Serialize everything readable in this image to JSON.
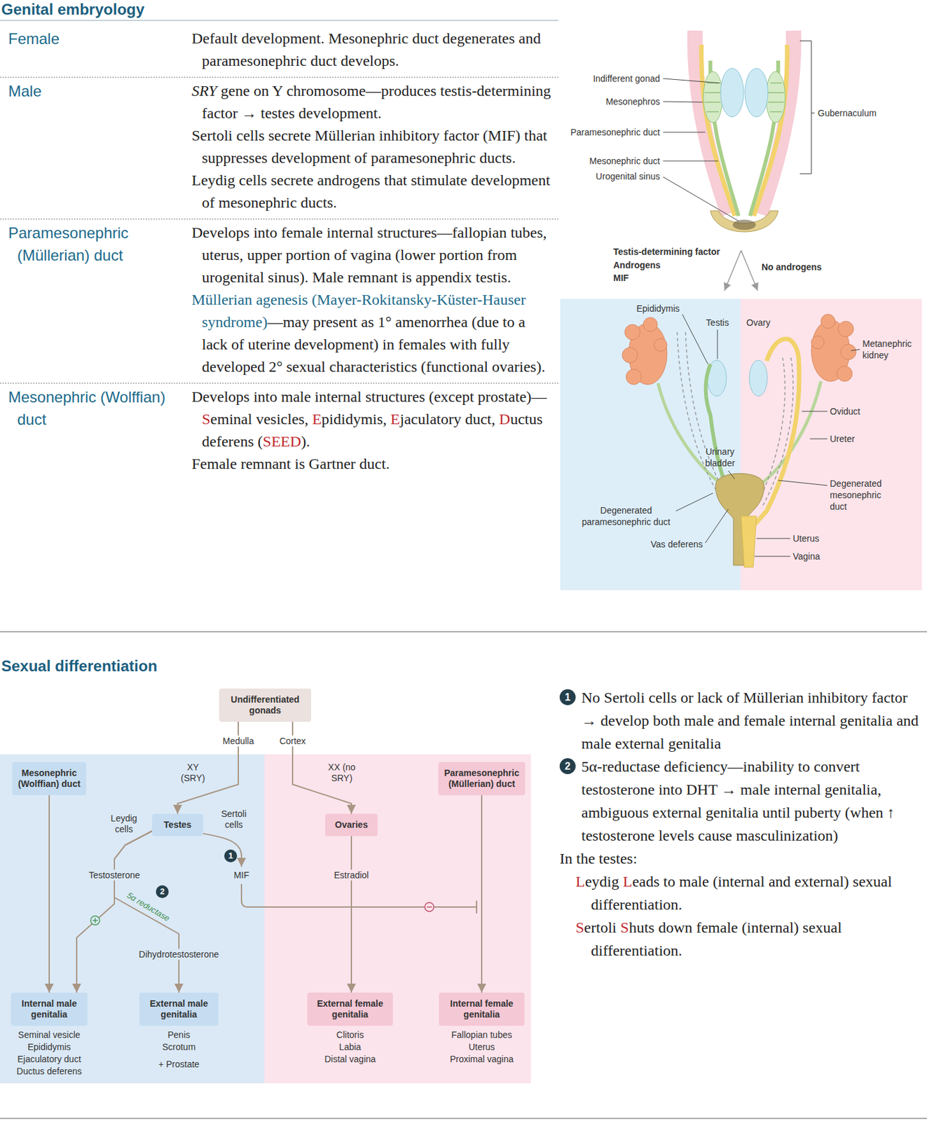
{
  "diagram": {
    "title": "Genital embryology",
    "nodes": [
      {
        "text": [
          "Undifferentiated gonads"
        ]
      },
      {
        "text": [
          "Mesonephric (Wolffian) duct"
        ]
      },
      {
        "text": [
          "Testes"
        ]
      },
      {
        "text": [
          "Ovaries"
        ]
      },
      {
        "text": [
          "Paramesonephric (Müllerian) duct"
        ]
      },
      {
        "text": [
          "Internal male genitalia",
          "Seminal vesicle",
          "Epididymis",
          "Ejaculatory duct",
          "Ductus deferens"
        ]
      },
      {
        "text": [
          "External male genitalia",
          "Penis",
          "Scrotum",
          "+ Prostate"
        ]
      },
      {
        "text": [
          "External female genitalia",
          "Clitoris",
          "Labia",
          "Distal vagina"
        ]
      },
      {
        "text": [
          "Internal female genitalia",
          "Fallopian tubes",
          "Uterus",
          "Proximal vagina"
        ]
      }
    ],
    "edges": [
      {
        "from": 0,
        "to": 2,
        "arrow": "to",
        "label": "XY (SRY)"
      },
      {
        "from": 0,
        "to": 3,
        "arrow": "to",
        "label": "XX (no SRY)"
      },
      {
        "from": 1,
        "to": 5,
        "arrow": "to"
      },
      {
        "from": 2,
        "to": 5,
        "arrow": "to"
      },
      {
        "from": 2,
        "to": 6,
        "arrow": "to",
        "label": "5α reductase"
      },
      {
        "from": 3,
        "to": 7,
        "arrow": "to"
      },
      {
        "from": 4,
        "to": 8,
        "arrow": "to"
      }
    ],
    "labels": [
      "Female",
      "Default development. Mesonephric duct degenerates and paramesonephric duct develops.",
      "Male",
      "SRY gene on Y chromosome—produces testis-determining factor → testes development.",
      "Sertoli cells secrete Müllerian inhibitory factor (MIF) that suppresses development of paramesonephric ducts.",
      "Leydig cells secrete androgens that stimulate development of mesonephric ducts.",
      "Paramesonephric (Müllerian) duct",
      "Develops into female internal structures—fallopian tubes, uterus, upper portion of vagina (lower portion from urogenital sinus). Male remnant is appendix testis.",
      "Müllerian agenesis (Mayer-Rokitansky-Küster-Hauser syndrome)",
      "—may present as 1° amenorrhea (due to a lack of uterine development) in females with fully developed 2° sexual characteristics (functional ovaries).",
      "Mesonephric (Wolffian) duct",
      "Develops into male internal structures (except prostate)—Seminal vesicles, Epididymis, Ejaculatory duct, Ductus deferens (SEED).",
      "Female remnant is Gartner duct.",
      "Indifferent gonad",
      "Mesonephros",
      "Paramesonephric duct",
      "Mesonephric duct",
      "Urogenital sinus",
      "Gubernaculum",
      "Testis-determining factor",
      "Androgens",
      "MIF",
      "No androgens",
      "Epididymis",
      "Testis",
      "Ovary",
      "Metanephric kidney",
      "Oviduct",
      "Ureter",
      "Urinary bladder",
      "Degenerated mesonephric duct",
      "Degenerated paramesonephric duct",
      "Vas deferens",
      "Uterus",
      "Vagina",
      "Sexual differentiation",
      "Medulla",
      "Cortex",
      "Leydig cells",
      "Sertoli cells",
      "Testosterone",
      "MIF",
      "Estradiol",
      "Dihydrotestosterone",
      "1",
      "2",
      "1",
      "No Sertoli cells or lack of Müllerian inhibitory factor → develop both male and female internal genitalia and male external genitalia",
      "2",
      "5α-reductase deficiency—inability to convert testosterone into DHT → male internal genitalia, ambiguous external genitalia until puberty (when ↑ testosterone levels cause masculinization)",
      "In the testes:",
      "Leydig Leads to male (internal and external) sexual differentiation.",
      "Sertoli Shuts down female (internal) sexual differentiation."
    ]
  }
}
